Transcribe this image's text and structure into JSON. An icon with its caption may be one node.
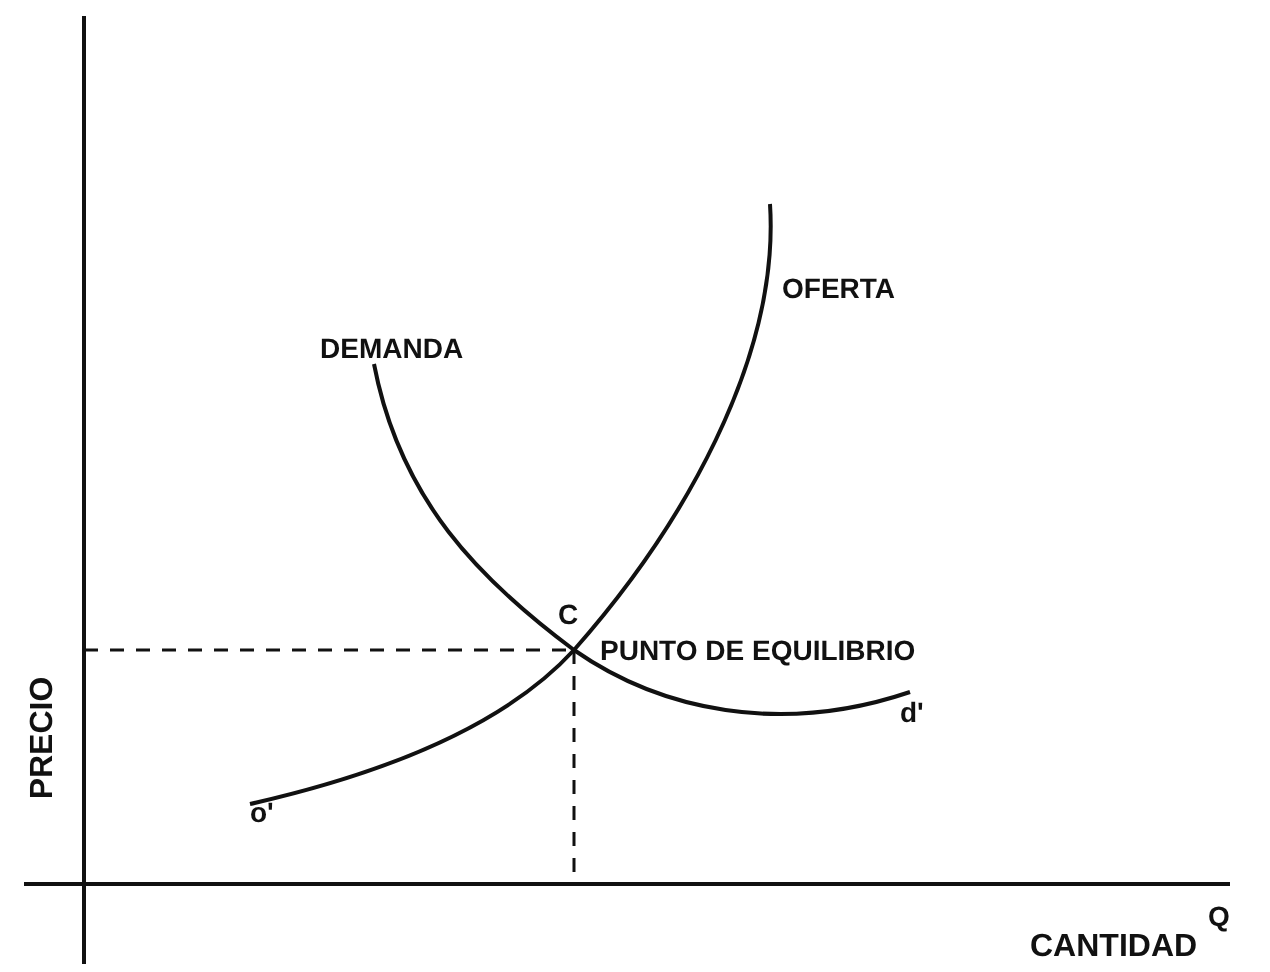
{
  "diagram": {
    "labels": [
      "OFERTA",
      "DEMANDA",
      "C",
      "PUNTO DE EQUILIBRIO",
      "d'",
      "o'",
      "PRECIO",
      "Q",
      "CANTIDAD"
    ]
  }
}
